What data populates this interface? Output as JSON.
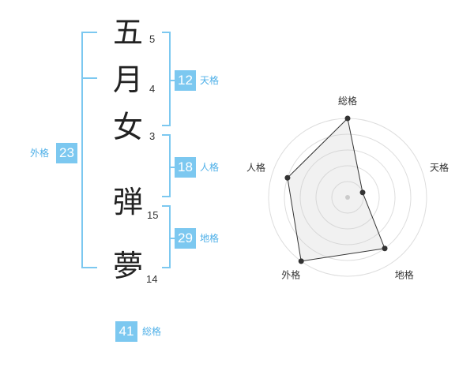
{
  "name_chars": [
    {
      "char": "五",
      "strokes": "5"
    },
    {
      "char": "月",
      "strokes": "4"
    },
    {
      "char": "女",
      "strokes": "3"
    },
    {
      "char": "弾",
      "strokes": "15"
    },
    {
      "char": "夢",
      "strokes": "14"
    }
  ],
  "fortunes": {
    "tenkaku": {
      "label": "天格",
      "value": "12"
    },
    "jinkaku": {
      "label": "人格",
      "value": "18"
    },
    "chikaku": {
      "label": "地格",
      "value": "29"
    },
    "gaikaku": {
      "label": "外格",
      "value": "23"
    },
    "soukaku": {
      "label": "総格",
      "value": "41"
    }
  },
  "colors": {
    "accent": "#7cc8f0",
    "label": "#4fb0e8"
  },
  "chart_data": {
    "type": "radar",
    "axes": [
      "総格",
      "天格",
      "地格",
      "外格",
      "人格"
    ],
    "values": [
      5,
      1,
      4,
      5,
      4
    ],
    "max": 5,
    "rings": 5
  }
}
